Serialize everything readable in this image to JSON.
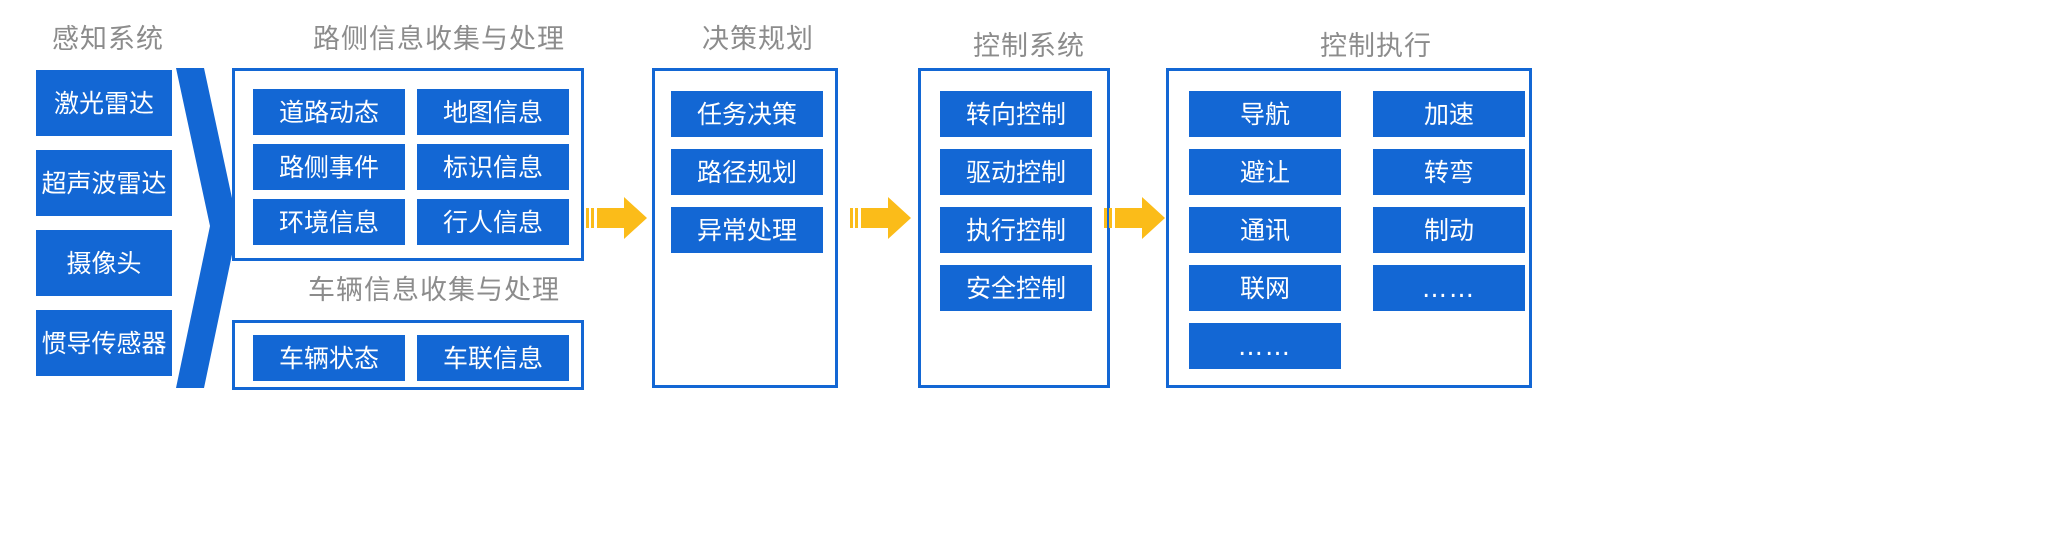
{
  "theme": {
    "chip_blue": "#1367d4",
    "outline_blue": "#1367d4",
    "arrow_yellow": "#fbbc19",
    "title_gray": "#8c8c8c",
    "chip_text": "#ffffff",
    "background": "#ffffff"
  },
  "titles": {
    "perception": "感知系统",
    "roadside": "路侧信息收集与处理",
    "vehicle": "车辆信息收集与处理",
    "decision": "决策规划",
    "control": "控制系统",
    "execution": "控制执行"
  },
  "columns": {
    "perception": {
      "title": "感知系统",
      "items": [
        {
          "label": "激光雷达"
        },
        {
          "label": "超声波雷达"
        },
        {
          "label": "摄像头"
        },
        {
          "label": "惯导传感器"
        }
      ]
    },
    "roadside": {
      "title": "路侧信息收集与处理",
      "items": [
        {
          "label": "道路动态"
        },
        {
          "label": "地图信息"
        },
        {
          "label": "路侧事件"
        },
        {
          "label": "标识信息"
        },
        {
          "label": "环境信息"
        },
        {
          "label": "行人信息"
        }
      ]
    },
    "vehicle": {
      "title": "车辆信息收集与处理",
      "items": [
        {
          "label": "车辆状态"
        },
        {
          "label": "车联信息"
        }
      ]
    },
    "decision": {
      "title": "决策规划",
      "items": [
        {
          "label": "任务决策"
        },
        {
          "label": "路径规划"
        },
        {
          "label": "异常处理"
        }
      ]
    },
    "control": {
      "title": "控制系统",
      "items": [
        {
          "label": "转向控制"
        },
        {
          "label": "驱动控制"
        },
        {
          "label": "执行控制"
        },
        {
          "label": "安全控制"
        }
      ]
    },
    "execution": {
      "title": "控制执行",
      "left_items": [
        {
          "label": "导航"
        },
        {
          "label": "避让"
        },
        {
          "label": "通讯"
        },
        {
          "label": "联网"
        },
        {
          "label": "……"
        }
      ],
      "right_items": [
        {
          "label": "加速"
        },
        {
          "label": "转弯"
        },
        {
          "label": "制动"
        },
        {
          "label": "……"
        }
      ]
    }
  },
  "connectors": {
    "chevron_sensors_to_roadside": "chevron-right-large",
    "arrow_1": "arrow-right-icon",
    "arrow_2": "arrow-right-icon",
    "arrow_3": "arrow-right-icon"
  }
}
